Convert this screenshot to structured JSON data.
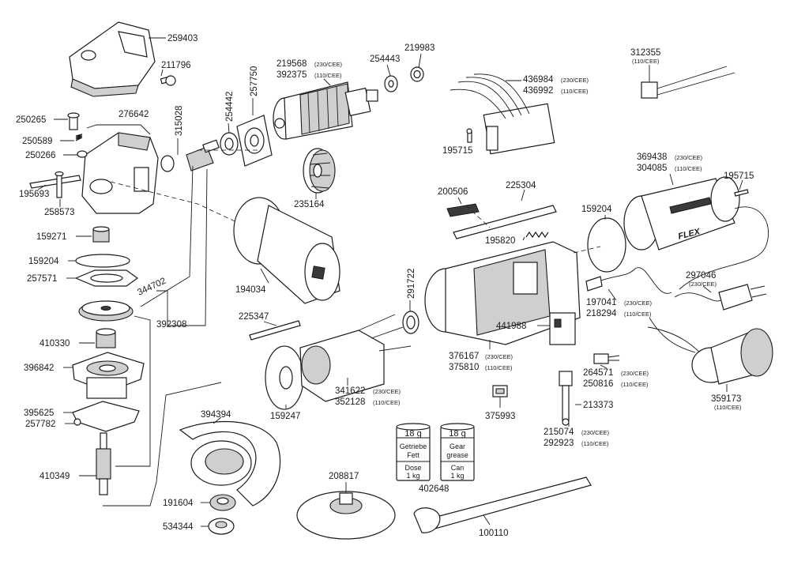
{
  "labels": {
    "p259403": "259403",
    "p211796": "211796",
    "p276642": "276642",
    "p250265": "250265",
    "p250589": "250589",
    "p250266": "250266",
    "p195693": "195693",
    "p258573": "258573",
    "p315028": "315028",
    "p254442": "254442",
    "p257750": "257750",
    "p219568": "219568",
    "p219568_note": "(230/CEE)",
    "p392375": "392375",
    "p392375_note": "(110/CEE)",
    "p254443": "254443",
    "p219983": "219983",
    "p235164": "235164",
    "p436984": "436984",
    "p436984_note": "(230/CEE)",
    "p436992": "436992",
    "p436992_note": "(110/CEE)",
    "p195715a": "195715",
    "p312355": "312355",
    "p312355_note": "(110/CEE)",
    "p200506": "200506",
    "p225304": "225304",
    "p195820": "195820",
    "p159204b": "159204",
    "p369438": "369438",
    "p369438_note": "(230/CEE)",
    "p304085": "304085",
    "p304085_note": "(110/CEE)",
    "p195715b": "195715",
    "p159271": "159271",
    "p159204a": "159204",
    "p257571": "257571",
    "p344702": "344702",
    "p392308": "392308",
    "p410330": "410330",
    "p396842": "396842",
    "p395625": "395625",
    "p257782": "257782",
    "p410349": "410349",
    "p194034": "194034",
    "p291722": "291722",
    "p225347": "225347",
    "p441988": "441988",
    "p376167": "376167",
    "p376167_note": "(230/CEE)",
    "p375810": "375810",
    "p375810_note": "(110/CEE)",
    "p197041": "197041",
    "p197041_note": "(230/CEE)",
    "p218294": "218294",
    "p218294_note": "(110/CEE)",
    "p297046": "297046",
    "p297046_note": "(230/CEE)",
    "p264571": "264571",
    "p264571_note": "(230/CEE)",
    "p250816": "250816",
    "p250816_note": "(110/CEE)",
    "p359173": "359173",
    "p359173_note": "(110/CEE)",
    "p341622": "341622",
    "p341622_note": "(230/CEE)",
    "p352128": "352128",
    "p352128_note": "(110/CEE)",
    "p159247": "159247",
    "p375993": "375993",
    "p213373": "213373",
    "p215074": "215074",
    "p215074_note": "(230/CEE)",
    "p292923": "292923",
    "p292923_note": "(110/CEE)",
    "p394394": "394394",
    "p191604": "191604",
    "p534344": "534344",
    "p208817": "208817",
    "p402648": "402648",
    "p100110": "100110"
  },
  "grease_tins": {
    "left": {
      "weight": "18 g",
      "line1": "Getriebe",
      "line2": "Fett",
      "line3": "Dose",
      "line4": "1 kg"
    },
    "right": {
      "weight": "18 g",
      "line1": "Gear",
      "line2": "grease",
      "line3": "Can",
      "line4": "1 kg"
    }
  },
  "brand": {
    "housing_logo": "FLEX"
  }
}
